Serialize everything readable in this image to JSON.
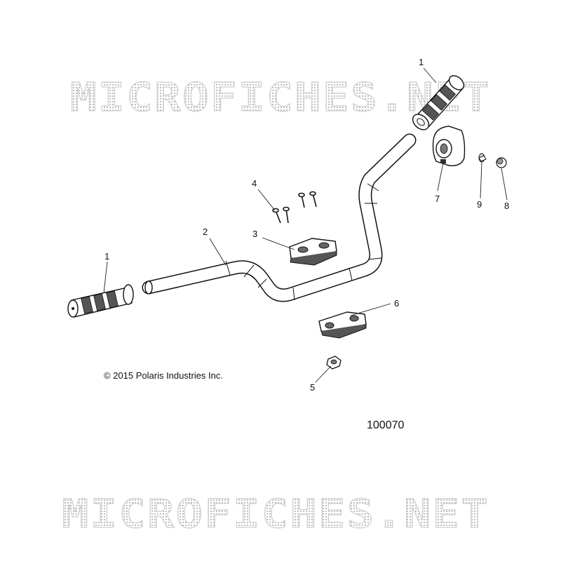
{
  "watermark": {
    "text": "MICROFICHES.NET"
  },
  "copyright": "© 2015 Polaris Industries Inc.",
  "part_number": "100070",
  "callouts": {
    "grip_left": "1",
    "grip_right": "1",
    "handlebar": "2",
    "upper_clamp": "3",
    "bolts": "4",
    "nut": "5",
    "lower_clamp": "6",
    "throttle_pad": "7",
    "plug": "8",
    "end_cap": "9"
  },
  "colors": {
    "line": "#111111",
    "fill": "#ffffff",
    "grip_shade": "#555555",
    "watermark": "#d9d9d9"
  }
}
